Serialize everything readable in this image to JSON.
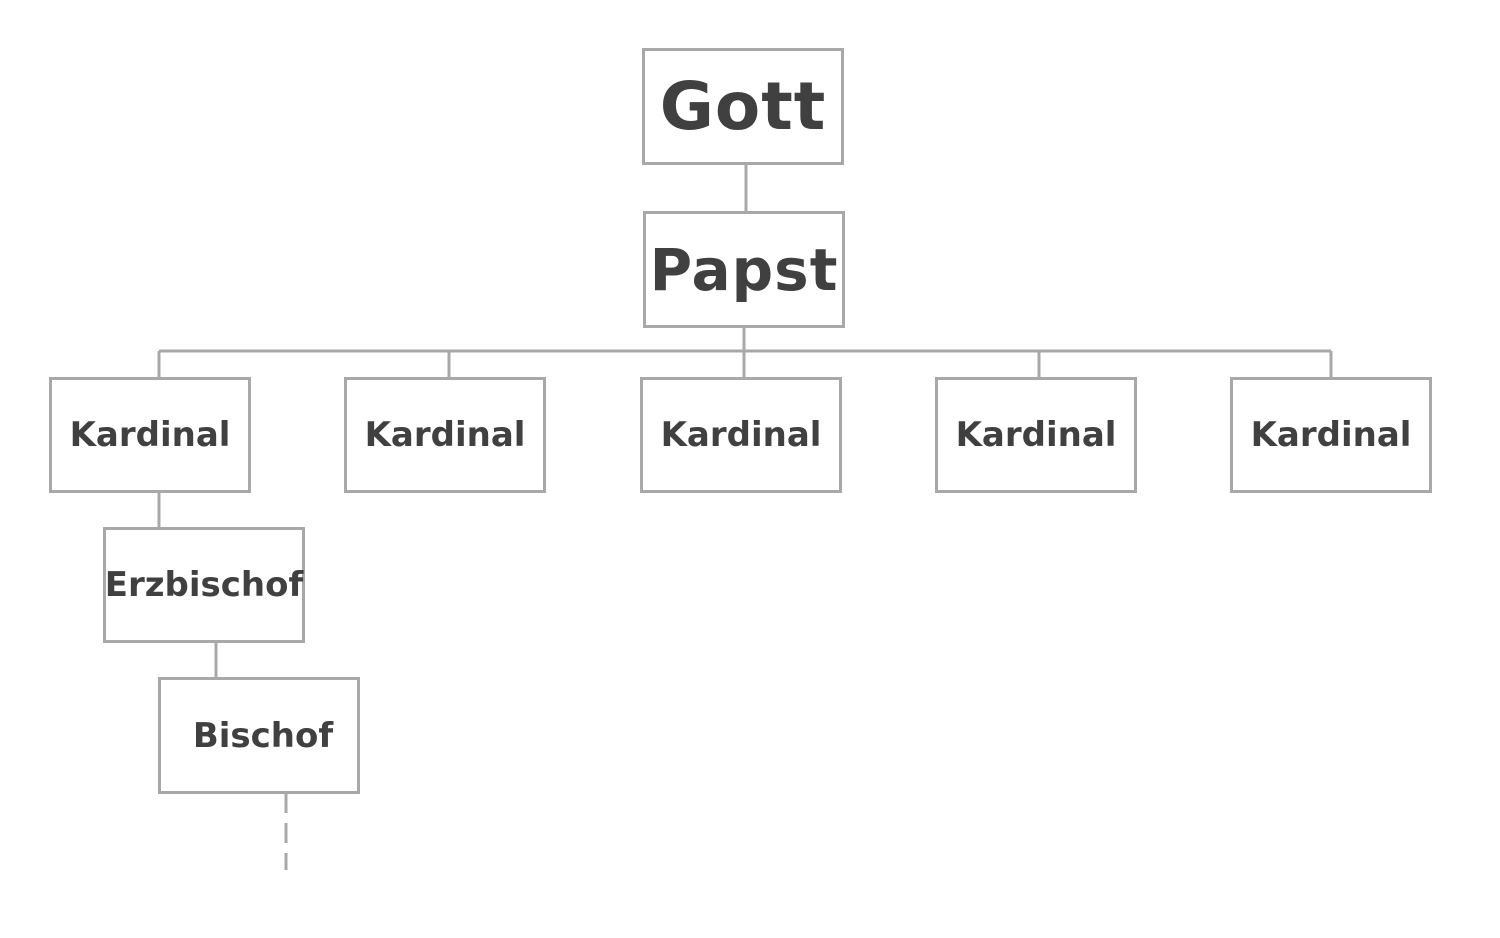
{
  "diagram": {
    "root": {
      "label": "Gott"
    },
    "pope": {
      "label": "Papst"
    },
    "cardinals": [
      {
        "label": "Kardinal"
      },
      {
        "label": "Kardinal"
      },
      {
        "label": "Kardinal"
      },
      {
        "label": "Kardinal"
      },
      {
        "label": "Kardinal"
      }
    ],
    "archbishop": {
      "label": "Erzbischof"
    },
    "bishop": {
      "label": "Bischof"
    },
    "colors": {
      "line": "#a8a8a8",
      "text": "#404040",
      "background": "#ffffff"
    }
  }
}
